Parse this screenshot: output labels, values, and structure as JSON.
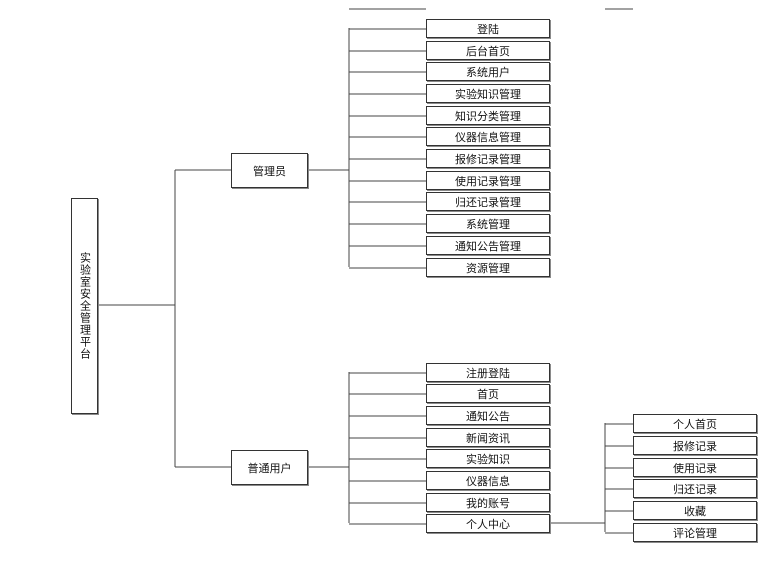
{
  "root": {
    "label": "实验室安全管理平台"
  },
  "admin": {
    "label": "管理员",
    "items": [
      {
        "label": "登陆"
      },
      {
        "label": "后台首页"
      },
      {
        "label": "系统用户"
      },
      {
        "label": "实验知识管理"
      },
      {
        "label": "知识分类管理"
      },
      {
        "label": "仪器信息管理"
      },
      {
        "label": "报修记录管理"
      },
      {
        "label": "使用记录管理"
      },
      {
        "label": "归还记录管理"
      },
      {
        "label": "系统管理"
      },
      {
        "label": "通知公告管理"
      },
      {
        "label": "资源管理"
      }
    ]
  },
  "user": {
    "label": "普通用户",
    "items": [
      {
        "label": "注册登陆"
      },
      {
        "label": "首页"
      },
      {
        "label": "通知公告"
      },
      {
        "label": "新闻资讯"
      },
      {
        "label": "实验知识"
      },
      {
        "label": "仪器信息"
      },
      {
        "label": "我的账号"
      },
      {
        "label": "个人中心"
      }
    ]
  },
  "center": {
    "items": [
      {
        "label": "个人首页"
      },
      {
        "label": "报修记录"
      },
      {
        "label": "使用记录"
      },
      {
        "label": "归还记录"
      },
      {
        "label": "收藏"
      },
      {
        "label": "评论管理"
      }
    ]
  }
}
